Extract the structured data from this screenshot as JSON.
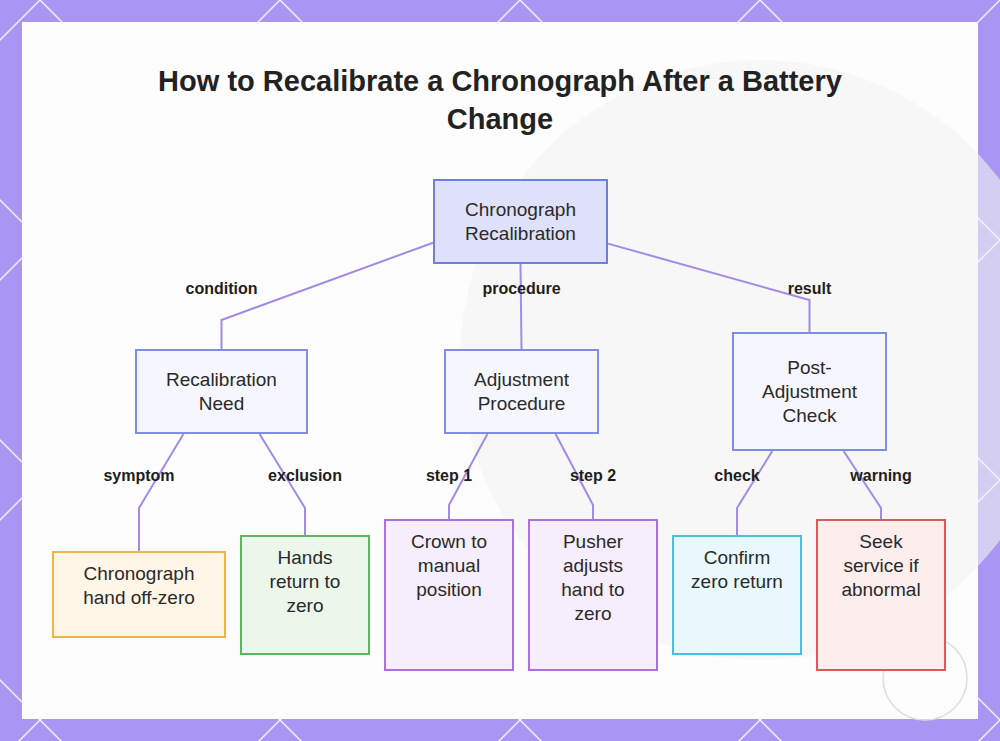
{
  "diagram": {
    "title": "How to Recalibrate a Chronograph After a Battery Change",
    "nodes": [
      {
        "text": [
          "Chronograph Recalibration"
        ]
      },
      {
        "text": [
          "Recalibration Need"
        ]
      },
      {
        "text": [
          "Adjustment Procedure"
        ]
      },
      {
        "text": [
          "Post-Adjustment Check"
        ]
      },
      {
        "text": [
          "Chronograph hand off-zero"
        ]
      },
      {
        "text": [
          "Hands return to zero"
        ]
      },
      {
        "text": [
          "Crown to manual position"
        ]
      },
      {
        "text": [
          "Pusher adjusts hand to zero"
        ]
      },
      {
        "text": [
          "Confirm zero return"
        ]
      },
      {
        "text": [
          "Seek service if abnormal"
        ]
      }
    ],
    "edges": [
      {
        "from": 0,
        "to": 1,
        "label": "condition",
        "arrow": "none"
      },
      {
        "from": 0,
        "to": 2,
        "label": "procedure",
        "arrow": "none"
      },
      {
        "from": 0,
        "to": 3,
        "label": "result",
        "arrow": "none"
      },
      {
        "from": 1,
        "to": 4,
        "label": "symptom",
        "arrow": "none"
      },
      {
        "from": 1,
        "to": 5,
        "label": "exclusion",
        "arrow": "none"
      },
      {
        "from": 2,
        "to": 6,
        "label": "step 1",
        "arrow": "none"
      },
      {
        "from": 2,
        "to": 7,
        "label": "step 2",
        "arrow": "none"
      },
      {
        "from": 3,
        "to": 8,
        "label": "check",
        "arrow": "none"
      },
      {
        "from": 3,
        "to": 9,
        "label": "warning",
        "arrow": "none"
      }
    ]
  }
}
